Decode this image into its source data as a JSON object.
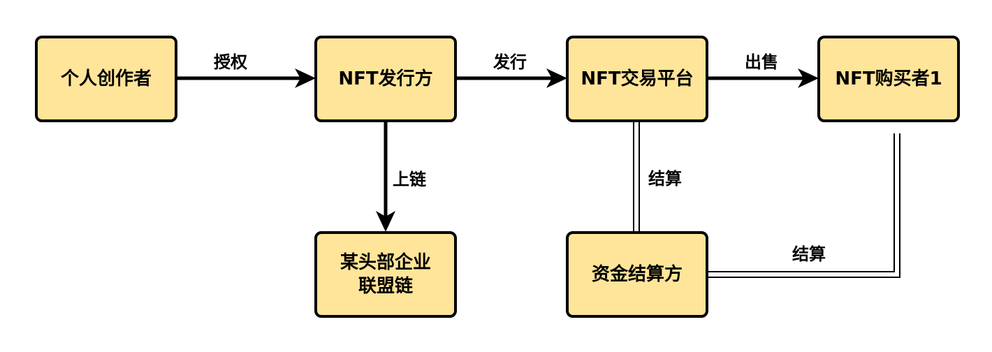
{
  "nodes": {
    "creator": "个人创作者",
    "issuer": "NFT发行方",
    "platform": "NFT交易平台",
    "buyer": "NFT购买者1",
    "chain_line1": "某头部企业",
    "chain_line2": "联盟链",
    "settlement": "资金结算方"
  },
  "edges": {
    "authorize": "授权",
    "issue": "发行",
    "sell": "出售",
    "onchain": "上链",
    "settle_platform": "结算",
    "settle_buyer": "结算"
  },
  "colors": {
    "node_fill": "#ffe599",
    "stroke": "#000000"
  }
}
